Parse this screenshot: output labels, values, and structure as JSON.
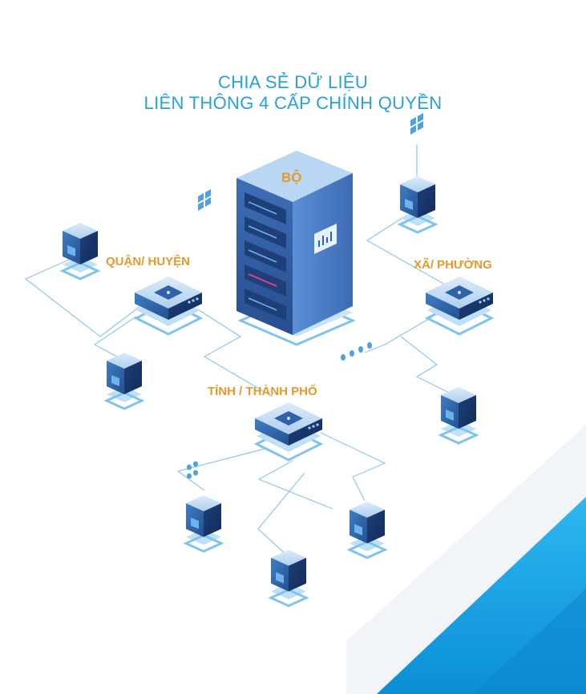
{
  "title": {
    "line1": "CHIA SẺ DỮ LIỆU",
    "line2": "LIÊN THÔNG 4 CẤP CHÍNH QUYỀN"
  },
  "labels": {
    "bo": "BỘ",
    "quan_huyen": "QUẬN/ HUYỆN",
    "xa_phuong": "XÃ/ PHƯỜNG",
    "tinh_thanh_pho": "TỈNH / THÀNH PHỐ"
  },
  "colors": {
    "title": "#2aa0d8",
    "label": "#e39a2a",
    "accent_blue": "#0aa5e8",
    "line": "#8fc6e8"
  }
}
